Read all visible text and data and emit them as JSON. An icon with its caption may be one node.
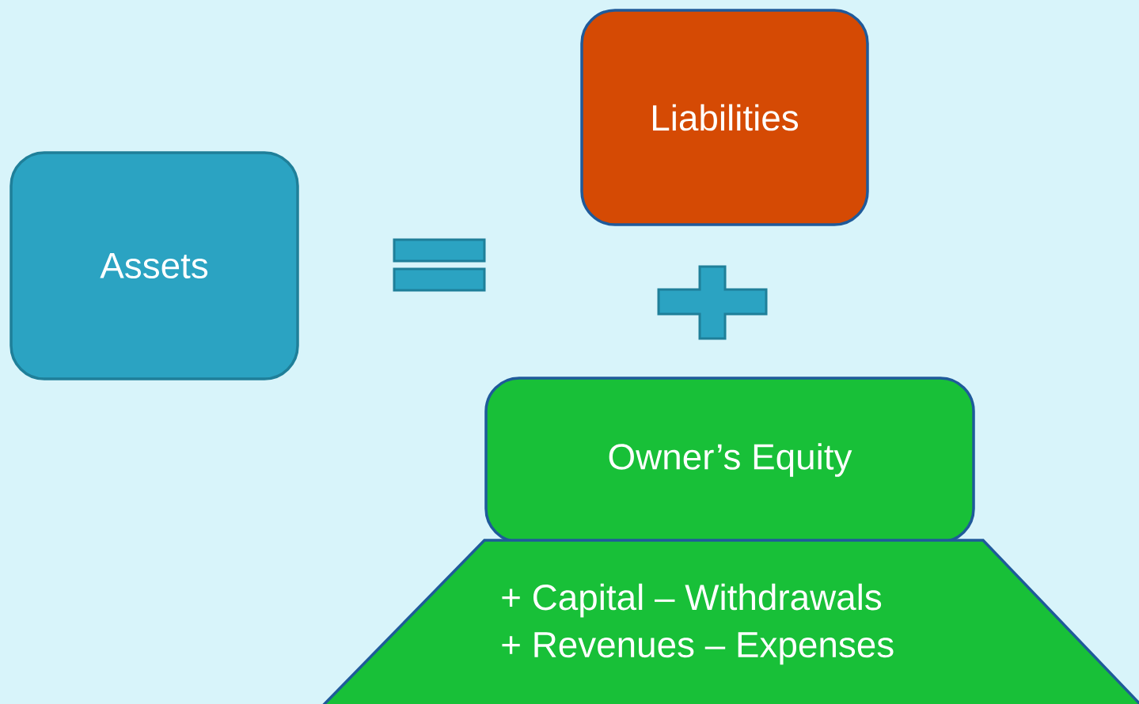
{
  "diagram": {
    "nodes": [
      {
        "text": [
          "Assets"
        ]
      },
      {
        "text": [
          "Liabilities"
        ]
      },
      {
        "text": [
          "Owner’s Equity"
        ]
      },
      {
        "text": [
          "+ Capital – Withdrawals",
          "+ Revenues – Expenses"
        ]
      }
    ]
  }
}
